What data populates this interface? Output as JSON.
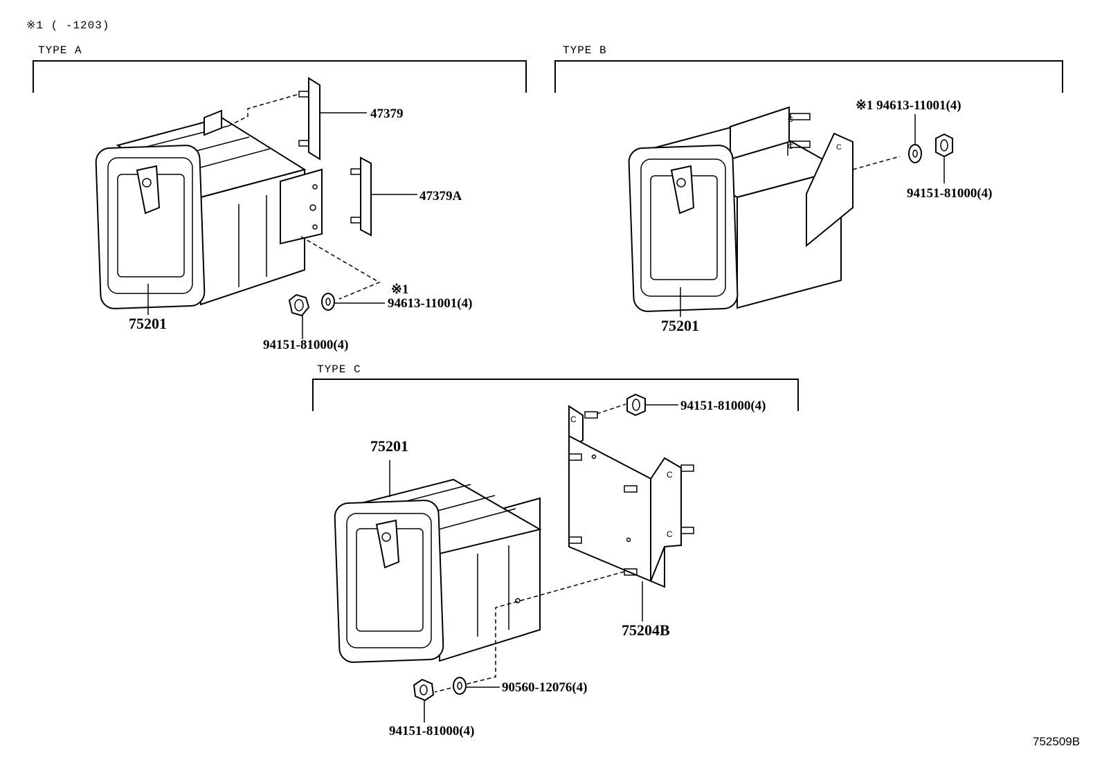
{
  "header_note": "※1 (     -1203)",
  "sections": {
    "type_a": "TYPE  A",
    "type_b": "TYPE  B",
    "type_c": "TYPE  C"
  },
  "type_a_parts": {
    "box": "75201",
    "bracket_upper": "47379",
    "bracket_lower": "47379A",
    "note_mark": "※1",
    "washer": "94613-11001(4)",
    "nut": "94151-81000(4)"
  },
  "type_b_parts": {
    "box": "75201",
    "washer": "※1 94613-11001(4)",
    "nut": "94151-81000(4)"
  },
  "type_c_parts": {
    "box": "75201",
    "nut_top": "94151-81000(4)",
    "bracket": "75204B",
    "washer": "90560-12076(4)",
    "nut_bottom": "94151-81000(4)"
  },
  "diagram_id": "752509B"
}
